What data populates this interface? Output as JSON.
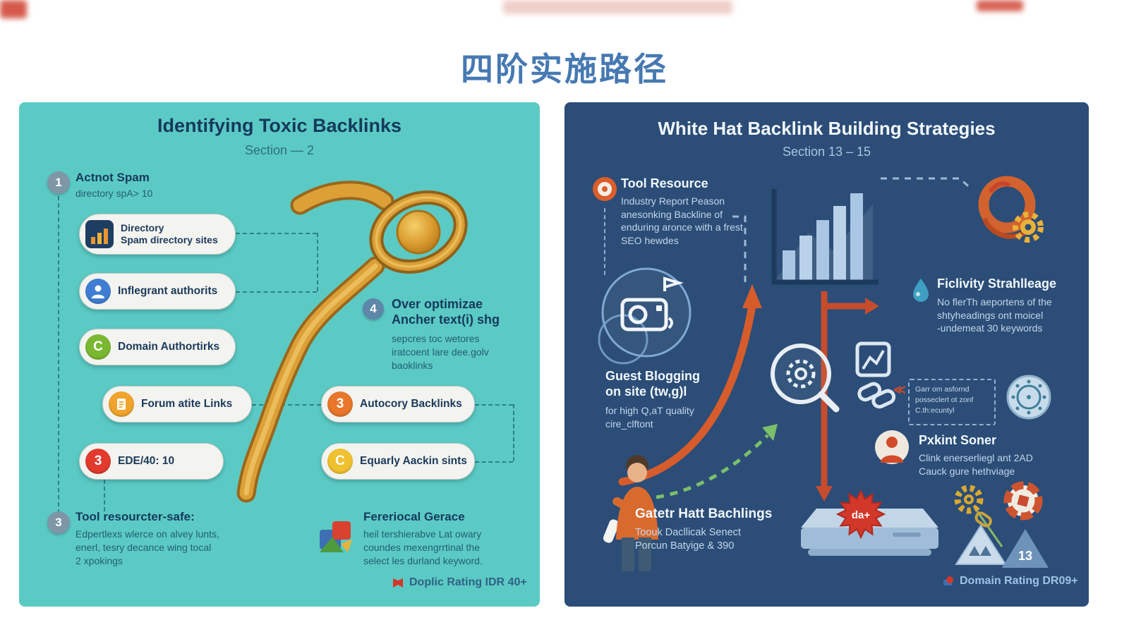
{
  "page": {
    "title": "四阶实施路径"
  },
  "colors": {
    "left_panel_bg": "#5BCAC4",
    "right_panel_bg": "#2B4D77",
    "accent_orange": "#D65C2C",
    "chain_gold": "#DCA037",
    "title_blue": "#4679B2"
  },
  "left_panel": {
    "title": "Identifying Toxic Backlinks",
    "subtitle": "Section — 2",
    "item1": {
      "number": "1",
      "title": "Actnot Spam",
      "subtitle": "directory spA> 10"
    },
    "pills": [
      {
        "line1": "Directory",
        "line2": "Spam directory sites"
      },
      {
        "label": "Inflegrant authorits"
      },
      {
        "badge": "C",
        "label": "Domain Authortirks"
      },
      {
        "label": "Forum atite Links"
      },
      {
        "badge": "3",
        "label": "EDE/40: 10"
      }
    ],
    "right_pills": [
      {
        "badge": "3",
        "label": "Autocory Backlinks"
      },
      {
        "badge": "C",
        "label": "Equarly Aackin sints"
      }
    ],
    "item4": {
      "number": "4",
      "title_line1": "Over optimizae",
      "title_line2": "Ancher text(i) shg",
      "body_lines": [
        "sepcres toc wetores",
        "iratcoent lare dee.golv",
        "baoklinks"
      ]
    },
    "item3": {
      "number": "3",
      "title": "Tool resourcter-safe:",
      "body_lines": [
        "Edpertlexs wlerce on alvey lunts,",
        "enerl, tesry decance wing tocal",
        "2 xpokings"
      ]
    },
    "feature": {
      "title": "Fereriocal Gerace",
      "body_lines": [
        "heil tershierabve Lat owary",
        "coundes mexengrrtinal the",
        "select les durland keyword."
      ]
    },
    "footer": "Doplic Rating IDR 40+"
  },
  "right_panel": {
    "title": "White Hat Backlink Building Strategies",
    "subtitle": "Section 13 – 15",
    "tool_resource": {
      "title": "Tool Resource",
      "body_lines": [
        "Industry Report Peason",
        "anesonking Backline of",
        "enduring aronce with a frest",
        "SEO hewdes"
      ]
    },
    "ficlivity": {
      "title": "Ficlivity Strahlleage",
      "body_lines": [
        "No flerTh aeportens of the",
        "shtyheadings ont moicel",
        "-undemeat 30 keywords"
      ]
    },
    "guest_blogging": {
      "title_line1": "Guest Blogging",
      "title_line2": "on site (tw,g)l",
      "body_lines": [
        "for high Q,aT quality",
        "cire_clftont"
      ]
    },
    "note_box": {
      "lines": [
        "Garr om asfornd",
        "posseclert ot zonf",
        "C.th:ecuntyl"
      ]
    },
    "pxkint": {
      "title": "Pxkint Soner",
      "body_lines": [
        "Clink enerserliegl ant 2AD",
        "Cauck gure hethviage"
      ]
    },
    "gatetr": {
      "title": "Gatetr Hatt Bachlings",
      "body_lines": [
        "Toouk Dacllicak Senect",
        "Porcun Batyige & 390"
      ]
    },
    "server_badge": "da+",
    "triangle_label": "13",
    "footer": "Domain Rating DR09+"
  }
}
